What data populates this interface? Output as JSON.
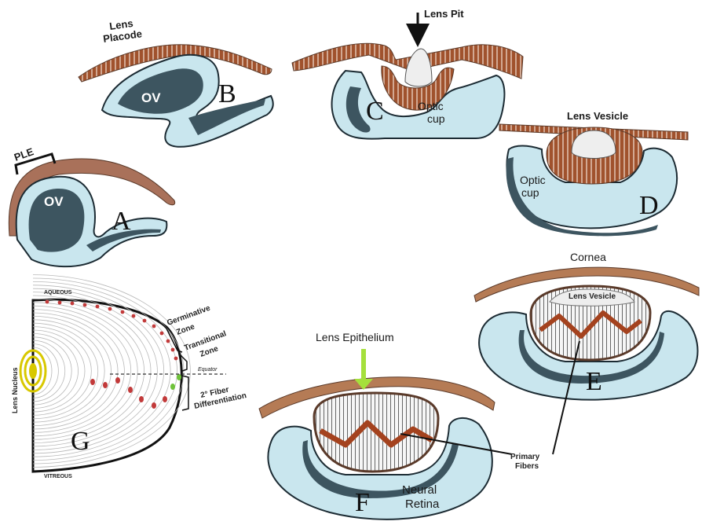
{
  "colors": {
    "tissue_light": "#c9e6ee",
    "tissue_dark": "#3d5560",
    "epithelium": "#a0522d",
    "fiber_zigzag": "#a4421e",
    "arrow_green": "#a5e03c",
    "outline": "#1c2b33"
  },
  "panels": {
    "A": {
      "letter": "A",
      "ov": "OV",
      "ple": "PLE"
    },
    "B": {
      "letter": "B",
      "ov": "OV",
      "placode_line1": "Lens",
      "placode_line2": "Placode"
    },
    "C": {
      "letter": "C",
      "pit": "Lens Pit",
      "cup_line1": "Optic",
      "cup_line2": "cup"
    },
    "D": {
      "letter": "D",
      "vesicle": "Lens Vesicle",
      "cup_line1": "Optic",
      "cup_line2": "cup"
    },
    "E": {
      "letter": "E",
      "cornea": "Cornea",
      "vesicle": "Lens Vesicle"
    },
    "F": {
      "letter": "F",
      "epithelium": "Lens Epithelium",
      "primary_line1": "Primary",
      "primary_line2": "Fibers",
      "retina_line1": "Neural",
      "retina_line2": "Retina"
    },
    "G": {
      "letter": "G",
      "aqueous": "AQUEOUS",
      "vitreous": "VITREOUS",
      "nucleus": "Lens Nucleus",
      "equator": "Equator",
      "germ_line1": "Germinative",
      "germ_line2": "Zone",
      "trans_line1": "Transitional",
      "trans_line2": "Zone",
      "diff_line1": "2° Fiber",
      "diff_line2": "Differentiation"
    }
  }
}
